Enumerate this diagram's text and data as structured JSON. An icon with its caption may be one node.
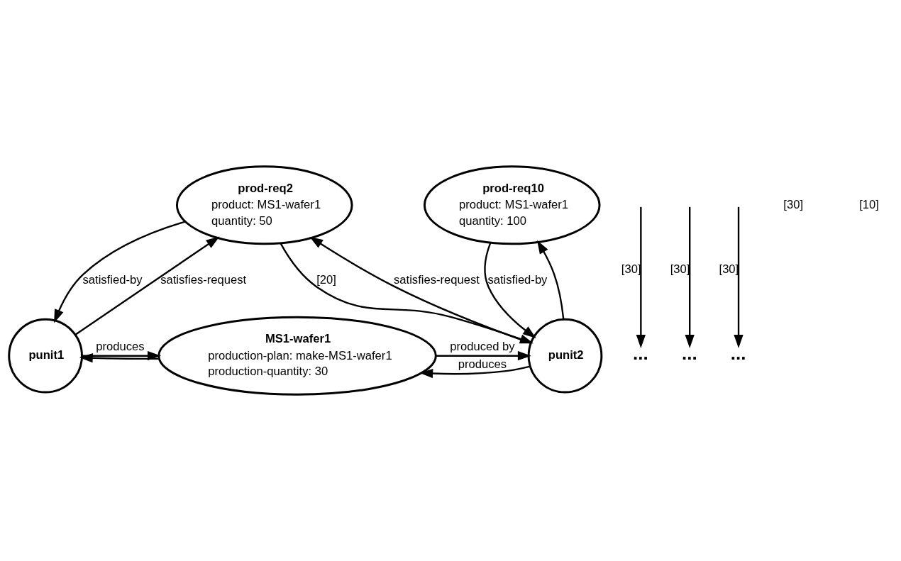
{
  "diagram": {
    "nodes": [
      {
        "text": [
          "prod-req2",
          "product: MS1-wafer1",
          "quantity: 50"
        ]
      },
      {
        "text": [
          "prod-req10",
          "product: MS1-wafer1",
          "quantity: 100"
        ]
      },
      {
        "text": [
          "..."
        ]
      },
      {
        "text": [
          "..."
        ]
      },
      {
        "text": [
          "..."
        ]
      },
      {
        "text": [
          "MS1-wafer1",
          "production-plan: make-MS1-wafer1",
          "production-quantity: 30"
        ]
      },
      {
        "text": [
          "punit1"
        ]
      },
      {
        "text": [
          "punit2"
        ]
      }
    ],
    "edges": [
      {
        "from": 6,
        "to": 0,
        "arrow": "to",
        "label": "satisfies-request"
      },
      {
        "from": 0,
        "to": 6,
        "arrow": "to",
        "label": "satisfied-by"
      },
      {
        "from": 0,
        "to": 7,
        "arrow": "to",
        "label": "[20]"
      },
      {
        "from": 7,
        "to": 0,
        "arrow": "to",
        "label": "satisfies-request"
      },
      {
        "from": 7,
        "to": 1,
        "arrow": "to"
      },
      {
        "from": 1,
        "to": 7,
        "arrow": "to",
        "label": "satisfied-by"
      },
      {
        "from": null,
        "to": 2,
        "arrow": "to",
        "label": "[30]"
      },
      {
        "from": null,
        "to": 3,
        "arrow": "to",
        "label": "[30]"
      },
      {
        "from": null,
        "to": 4,
        "arrow": "to",
        "label": "[30]"
      },
      {
        "from": 6,
        "to": 5,
        "arrow": "to",
        "label": "produces"
      },
      {
        "from": 5,
        "to": 6,
        "arrow": "to"
      },
      {
        "from": 5,
        "to": 7,
        "arrow": "to",
        "label": "produced by"
      },
      {
        "from": 7,
        "to": 5,
        "arrow": "to",
        "label": "produces"
      }
    ],
    "labels": [
      "[30]",
      "[10]"
    ]
  }
}
